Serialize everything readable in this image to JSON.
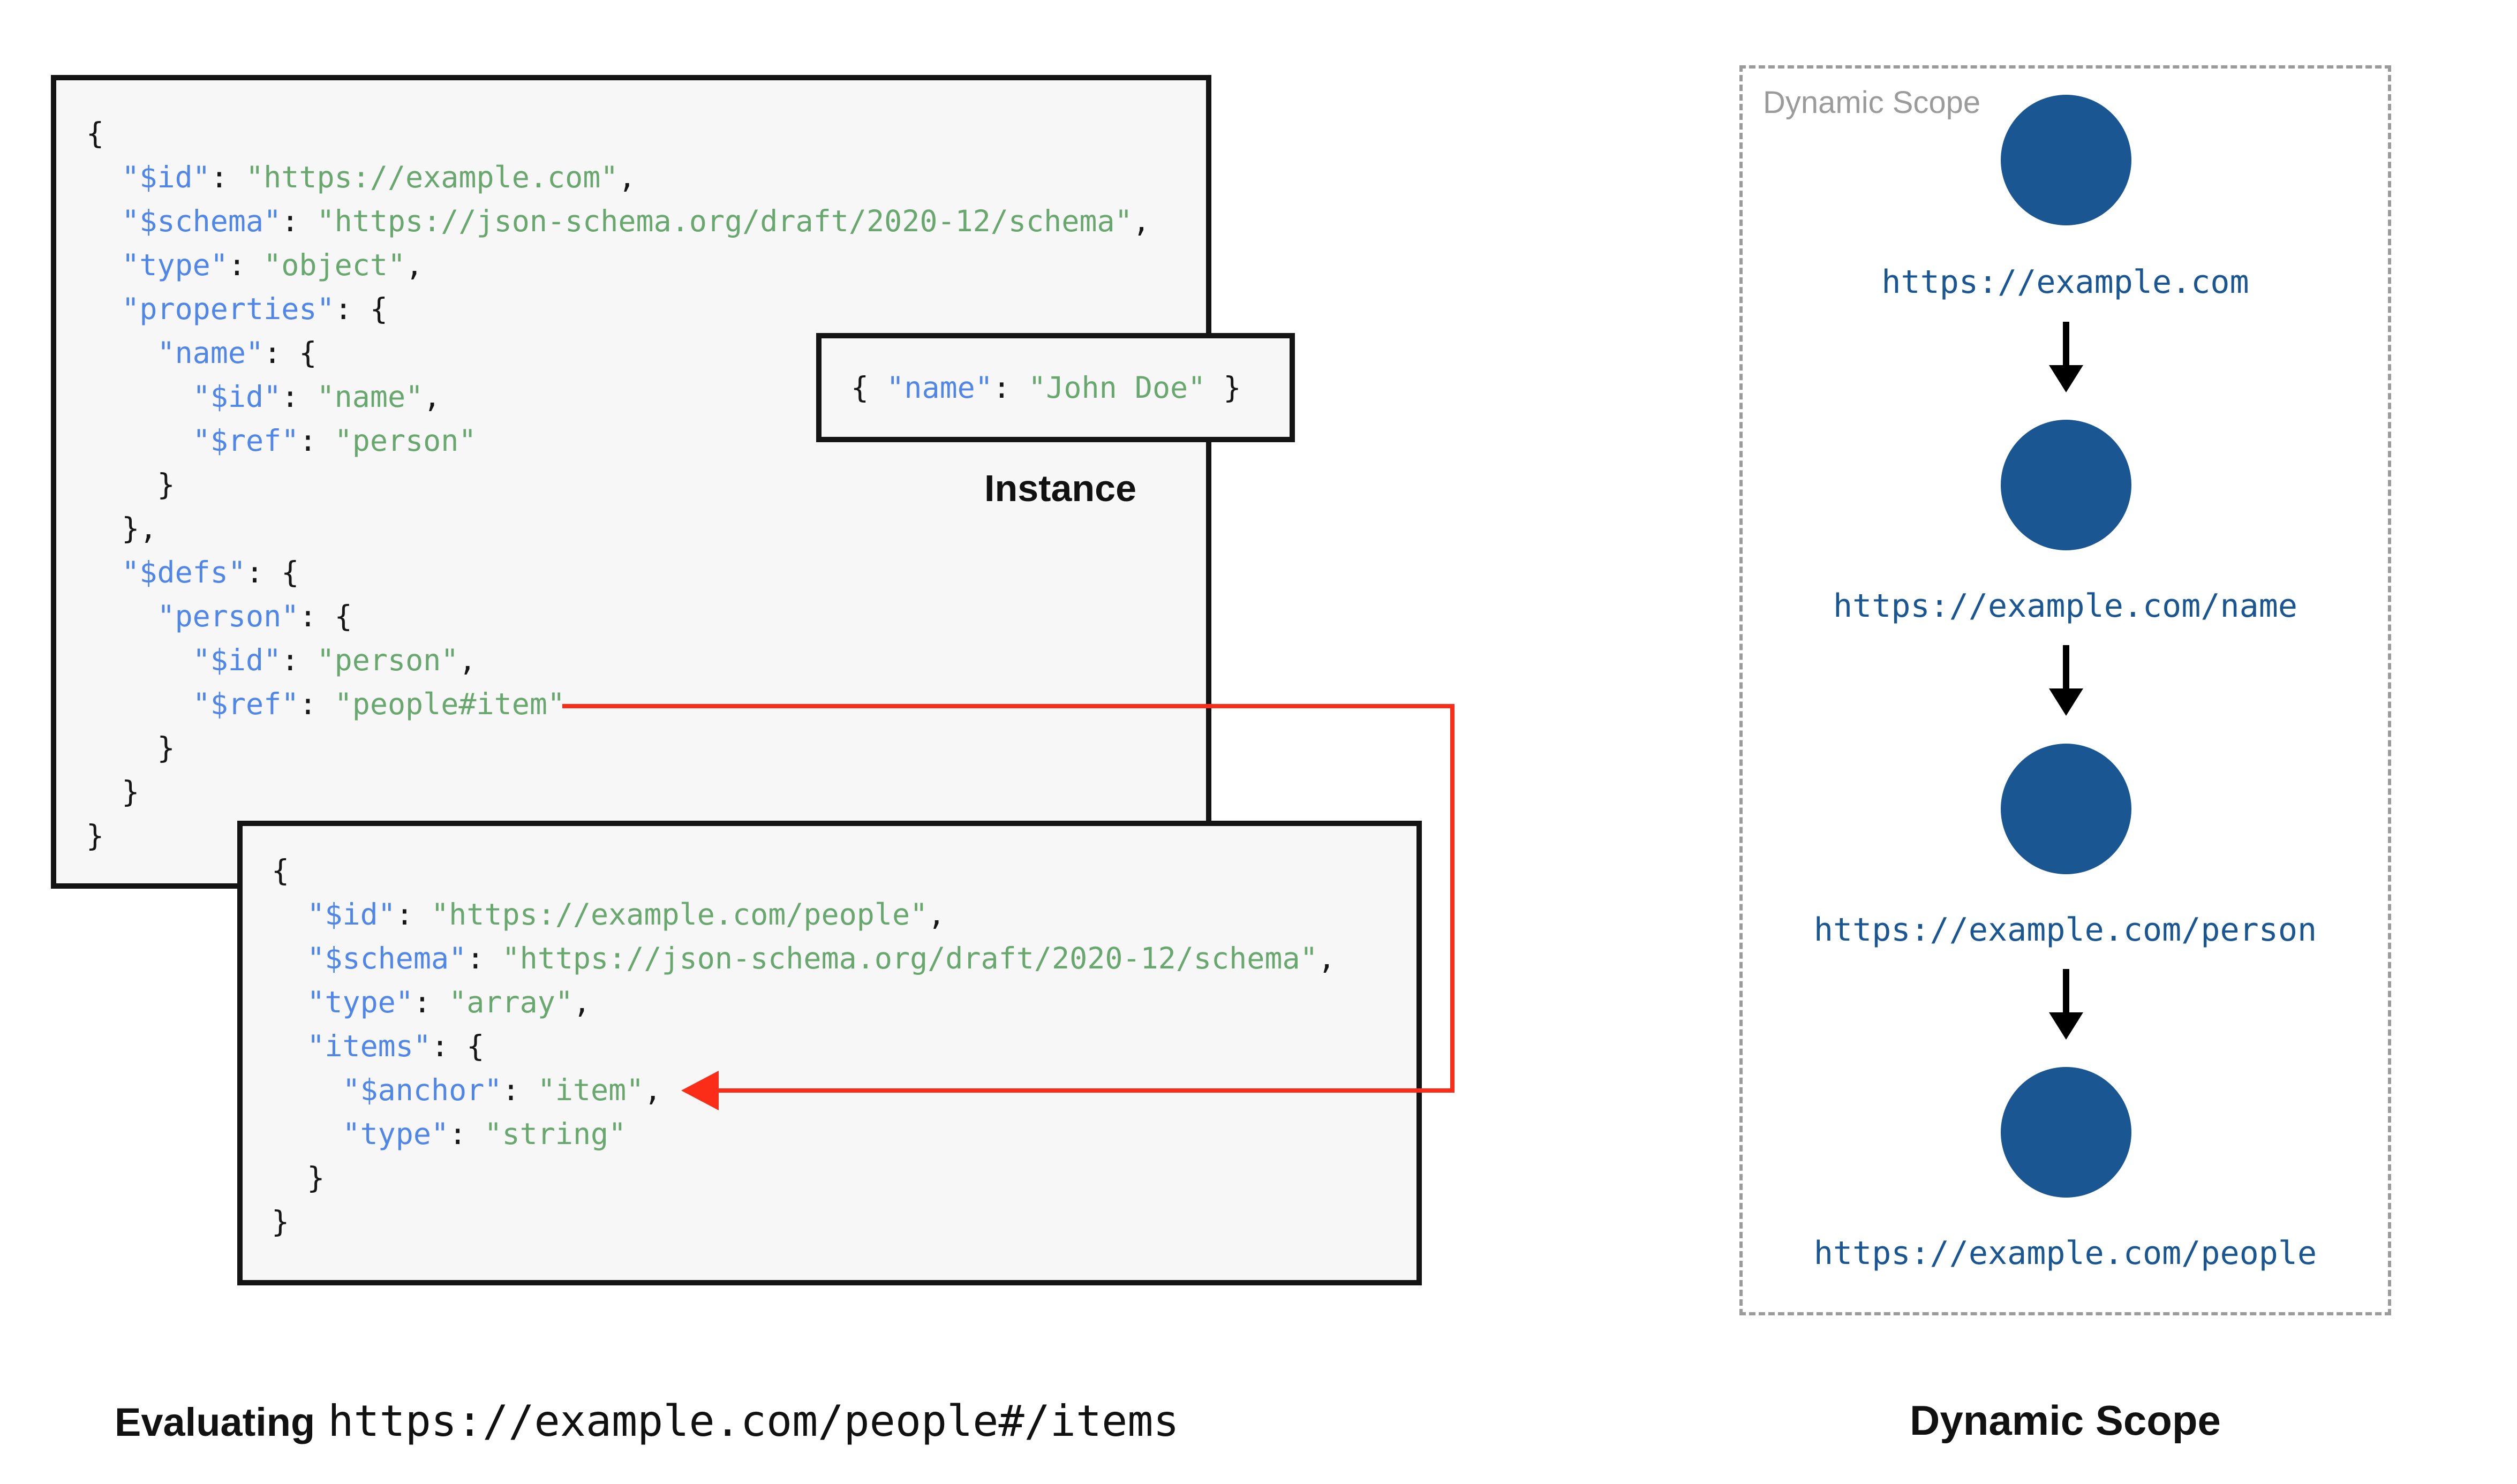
{
  "colors": {
    "key": "#4f86e8",
    "string": "#68a76d",
    "punct": "#161616",
    "node": "#1a5692",
    "url": "#1a5692",
    "red": "#fb2c18",
    "border": "#141414",
    "boxbg": "#f7f7f7",
    "muted": "#9b9b9b",
    "ink": "#111111"
  },
  "schema_root": {
    "lines": [
      [
        [
          "p",
          "{"
        ]
      ],
      [
        [
          "p",
          "  "
        ],
        [
          "k",
          "\"$id\""
        ],
        [
          "p",
          ": "
        ],
        [
          "s",
          "\"https://example.com\""
        ],
        [
          "p",
          ","
        ]
      ],
      [
        [
          "p",
          "  "
        ],
        [
          "k",
          "\"$schema\""
        ],
        [
          "p",
          ": "
        ],
        [
          "s",
          "\"https://json-schema.org/draft/2020-12/schema\""
        ],
        [
          "p",
          ","
        ]
      ],
      [
        [
          "p",
          "  "
        ],
        [
          "k",
          "\"type\""
        ],
        [
          "p",
          ": "
        ],
        [
          "s",
          "\"object\""
        ],
        [
          "p",
          ","
        ]
      ],
      [
        [
          "p",
          "  "
        ],
        [
          "k",
          "\"properties\""
        ],
        [
          "p",
          ": {"
        ]
      ],
      [
        [
          "p",
          "    "
        ],
        [
          "k",
          "\"name\""
        ],
        [
          "p",
          ": {"
        ]
      ],
      [
        [
          "p",
          "      "
        ],
        [
          "k",
          "\"$id\""
        ],
        [
          "p",
          ": "
        ],
        [
          "s",
          "\"name\""
        ],
        [
          "p",
          ","
        ]
      ],
      [
        [
          "p",
          "      "
        ],
        [
          "k",
          "\"$ref\""
        ],
        [
          "p",
          ": "
        ],
        [
          "s",
          "\"person\""
        ]
      ],
      [
        [
          "p",
          "    }"
        ]
      ],
      [
        [
          "p",
          "  },"
        ]
      ],
      [
        [
          "p",
          "  "
        ],
        [
          "k",
          "\"$defs\""
        ],
        [
          "p",
          ": {"
        ]
      ],
      [
        [
          "p",
          "    "
        ],
        [
          "k",
          "\"person\""
        ],
        [
          "p",
          ": {"
        ]
      ],
      [
        [
          "p",
          "      "
        ],
        [
          "k",
          "\"$id\""
        ],
        [
          "p",
          ": "
        ],
        [
          "s",
          "\"person\""
        ],
        [
          "p",
          ","
        ]
      ],
      [
        [
          "p",
          "      "
        ],
        [
          "k",
          "\"$ref\""
        ],
        [
          "p",
          ": "
        ],
        [
          "s",
          "\"people#item\""
        ]
      ],
      [
        [
          "p",
          "    }"
        ]
      ],
      [
        [
          "p",
          "  }"
        ]
      ],
      [
        [
          "p",
          "}"
        ]
      ]
    ]
  },
  "instance": {
    "label": "Instance",
    "lines": [
      [
        [
          "p",
          "{ "
        ],
        [
          "k",
          "\"name\""
        ],
        [
          "p",
          ": "
        ],
        [
          "s",
          "\"John Doe\""
        ],
        [
          "p",
          " }"
        ]
      ]
    ]
  },
  "schema_people": {
    "lines": [
      [
        [
          "p",
          "{"
        ]
      ],
      [
        [
          "p",
          "  "
        ],
        [
          "k",
          "\"$id\""
        ],
        [
          "p",
          ": "
        ],
        [
          "s",
          "\"https://example.com/people\""
        ],
        [
          "p",
          ","
        ]
      ],
      [
        [
          "p",
          "  "
        ],
        [
          "k",
          "\"$schema\""
        ],
        [
          "p",
          ": "
        ],
        [
          "s",
          "\"https://json-schema.org/draft/2020-12/schema\""
        ],
        [
          "p",
          ","
        ]
      ],
      [
        [
          "p",
          "  "
        ],
        [
          "k",
          "\"type\""
        ],
        [
          "p",
          ": "
        ],
        [
          "s",
          "\"array\""
        ],
        [
          "p",
          ","
        ]
      ],
      [
        [
          "p",
          "  "
        ],
        [
          "k",
          "\"items\""
        ],
        [
          "p",
          ": {"
        ]
      ],
      [
        [
          "p",
          "    "
        ],
        [
          "k",
          "\"$anchor\""
        ],
        [
          "p",
          ": "
        ],
        [
          "s",
          "\"item\""
        ],
        [
          "p",
          ","
        ]
      ],
      [
        [
          "p",
          "    "
        ],
        [
          "k",
          "\"type\""
        ],
        [
          "p",
          ": "
        ],
        [
          "s",
          "\"string\""
        ]
      ],
      [
        [
          "p",
          "  }"
        ]
      ],
      [
        [
          "p",
          "}"
        ]
      ]
    ]
  },
  "dynamic_scope": {
    "watermark": "Dynamic Scope",
    "caption": "Dynamic Scope",
    "nodes": [
      {
        "url": "https://example.com"
      },
      {
        "url": "https://example.com/name"
      },
      {
        "url": "https://example.com/person"
      },
      {
        "url": "https://example.com/people"
      }
    ]
  },
  "caption": {
    "prefix": "Evaluating",
    "uri": "https://example.com/people#/items"
  }
}
